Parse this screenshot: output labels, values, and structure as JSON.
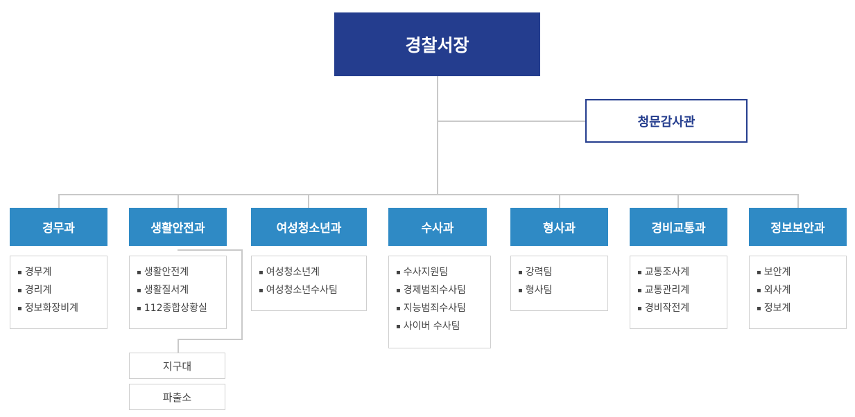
{
  "chief": "경찰서장",
  "inspector": "청문감사관",
  "departments": [
    {
      "name": "경무과",
      "units": [
        "경무계",
        "경리계",
        "정보화장비계"
      ]
    },
    {
      "name": "생활안전과",
      "units": [
        "생활안전계",
        "생활질서계",
        "112종합상황실"
      ]
    },
    {
      "name": "여성청소년과",
      "units": [
        "여성청소년계",
        "여성청소년수사팀"
      ]
    },
    {
      "name": "수사과",
      "units": [
        "수사지원팀",
        "경제범죄수사팀",
        "지능범죄수사팀",
        "사이버 수사팀"
      ]
    },
    {
      "name": "형사과",
      "units": [
        "강력팀",
        "형사팀"
      ]
    },
    {
      "name": "경비교통과",
      "units": [
        "교통조사계",
        "교통관리계",
        "경비작전계"
      ]
    },
    {
      "name": "정보보안과",
      "units": [
        "보안계",
        "외사계",
        "정보계"
      ]
    }
  ],
  "sub_units": [
    "지구대",
    "파출소"
  ]
}
